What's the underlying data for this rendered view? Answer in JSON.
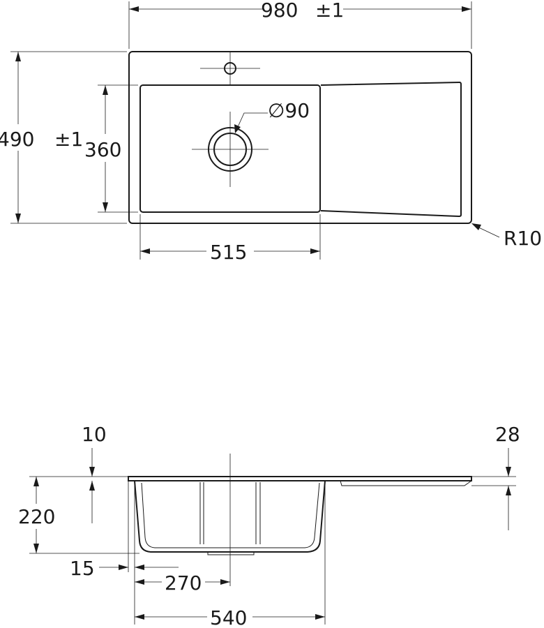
{
  "dimensions": {
    "overall_width": "980",
    "width_tolerance": "±1",
    "overall_depth": "490",
    "depth_tolerance": "±1",
    "bowl_depth": "360",
    "drain_diameter": "∅90",
    "bowl_width": "515",
    "corner_radius": "R10",
    "rim_thickness": "10",
    "drainboard_depth": "28",
    "bowl_height": "220",
    "side_offset": "15",
    "drain_offset": "270",
    "bowl_section_width": "540"
  }
}
